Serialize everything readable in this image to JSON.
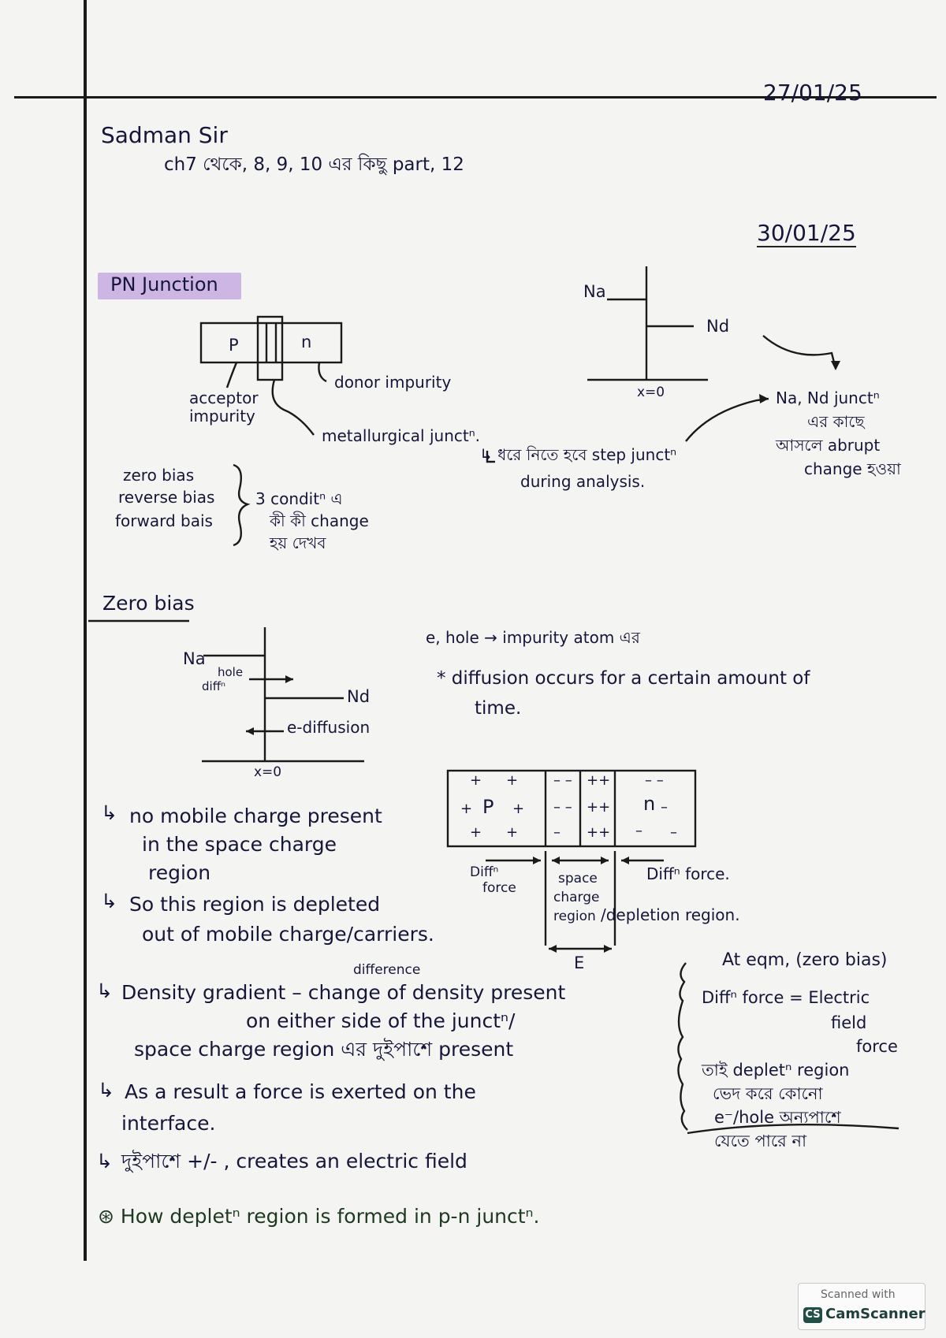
{
  "dates": {
    "first": "27/01/25",
    "second": "30/01/25"
  },
  "header": {
    "teacher": "Sadman Sir",
    "syllabus": "ch7 থেকে, 8, 9, 10 এর কিছু part, 12"
  },
  "pn_section": {
    "title": "PN Junction",
    "diagram": {
      "p_label": "P",
      "n_label": "n",
      "acceptor": "acceptor impurity",
      "donor": "donor impurity",
      "metallurgical": "metallurgical junctⁿ.",
      "step_note_1": "↳ ধরে নিতে হবে step junctⁿ",
      "step_note_2": "during analysis."
    },
    "profile": {
      "na": "Na",
      "nd": "Nd",
      "x0": "x=0"
    },
    "abrupt_note": [
      "Na, Nd junctⁿ",
      "এর কাছে",
      "আসলে abrupt",
      "change হওয়া"
    ],
    "conditions": [
      "zero bias",
      "reverse bias",
      "forward bais"
    ],
    "conditions_note": [
      "3 conditⁿ এ",
      "কী কী change",
      "হয় দেখব"
    ]
  },
  "zero_bias": {
    "title": "Zero bias",
    "profile": {
      "na": "Na",
      "nd": "Nd",
      "hole_diff_1": "hole",
      "hole_diff_2": "diffⁿ",
      "e_diff": "e-diffusion",
      "x0": "x=0"
    },
    "note_1": "e, hole → impurity atom এর",
    "note_2": "* diffusion occurs for a certain amount of",
    "note_3": "time.",
    "junction": {
      "p": "P",
      "n": "n",
      "diff_force_left_1": "Diffⁿ",
      "diff_force_left_2": "force",
      "diff_force_right": "Diffⁿ force.",
      "scr_1": "space",
      "scr_2": "charge",
      "scr_3": "region",
      "depletion": "/depletion region.",
      "e_label": "E"
    },
    "bullets": [
      [
        "no mobile charge present",
        "in the space charge",
        "region"
      ],
      [
        "So this region is depleted",
        "out of mobile charge/carriers."
      ],
      [
        "Density gradient – change of density present",
        "on either side of the junctⁿ/",
        "space charge region এর দুইপাশে present"
      ],
      [
        "As a result a force is exerted on the",
        "interface."
      ],
      [
        "দুইপাশে +/- , creates an electric field"
      ]
    ],
    "difference_word": "difference",
    "bullet_mark": "↳",
    "equilibrium_box": [
      "At eqm, (zero bias)",
      "Diffⁿ force = Electric",
      "field",
      "force",
      "তাই depletⁿ region",
      "ভেদ করে কোনো",
      "e⁻/hole অন্যপাশে",
      "যেতে পারে না"
    ],
    "question": "⊛ How depletⁿ region is formed in p-n junctⁿ."
  },
  "watermark": {
    "line1": "Scanned with",
    "line2": "CamScanner",
    "logo": "CS"
  }
}
